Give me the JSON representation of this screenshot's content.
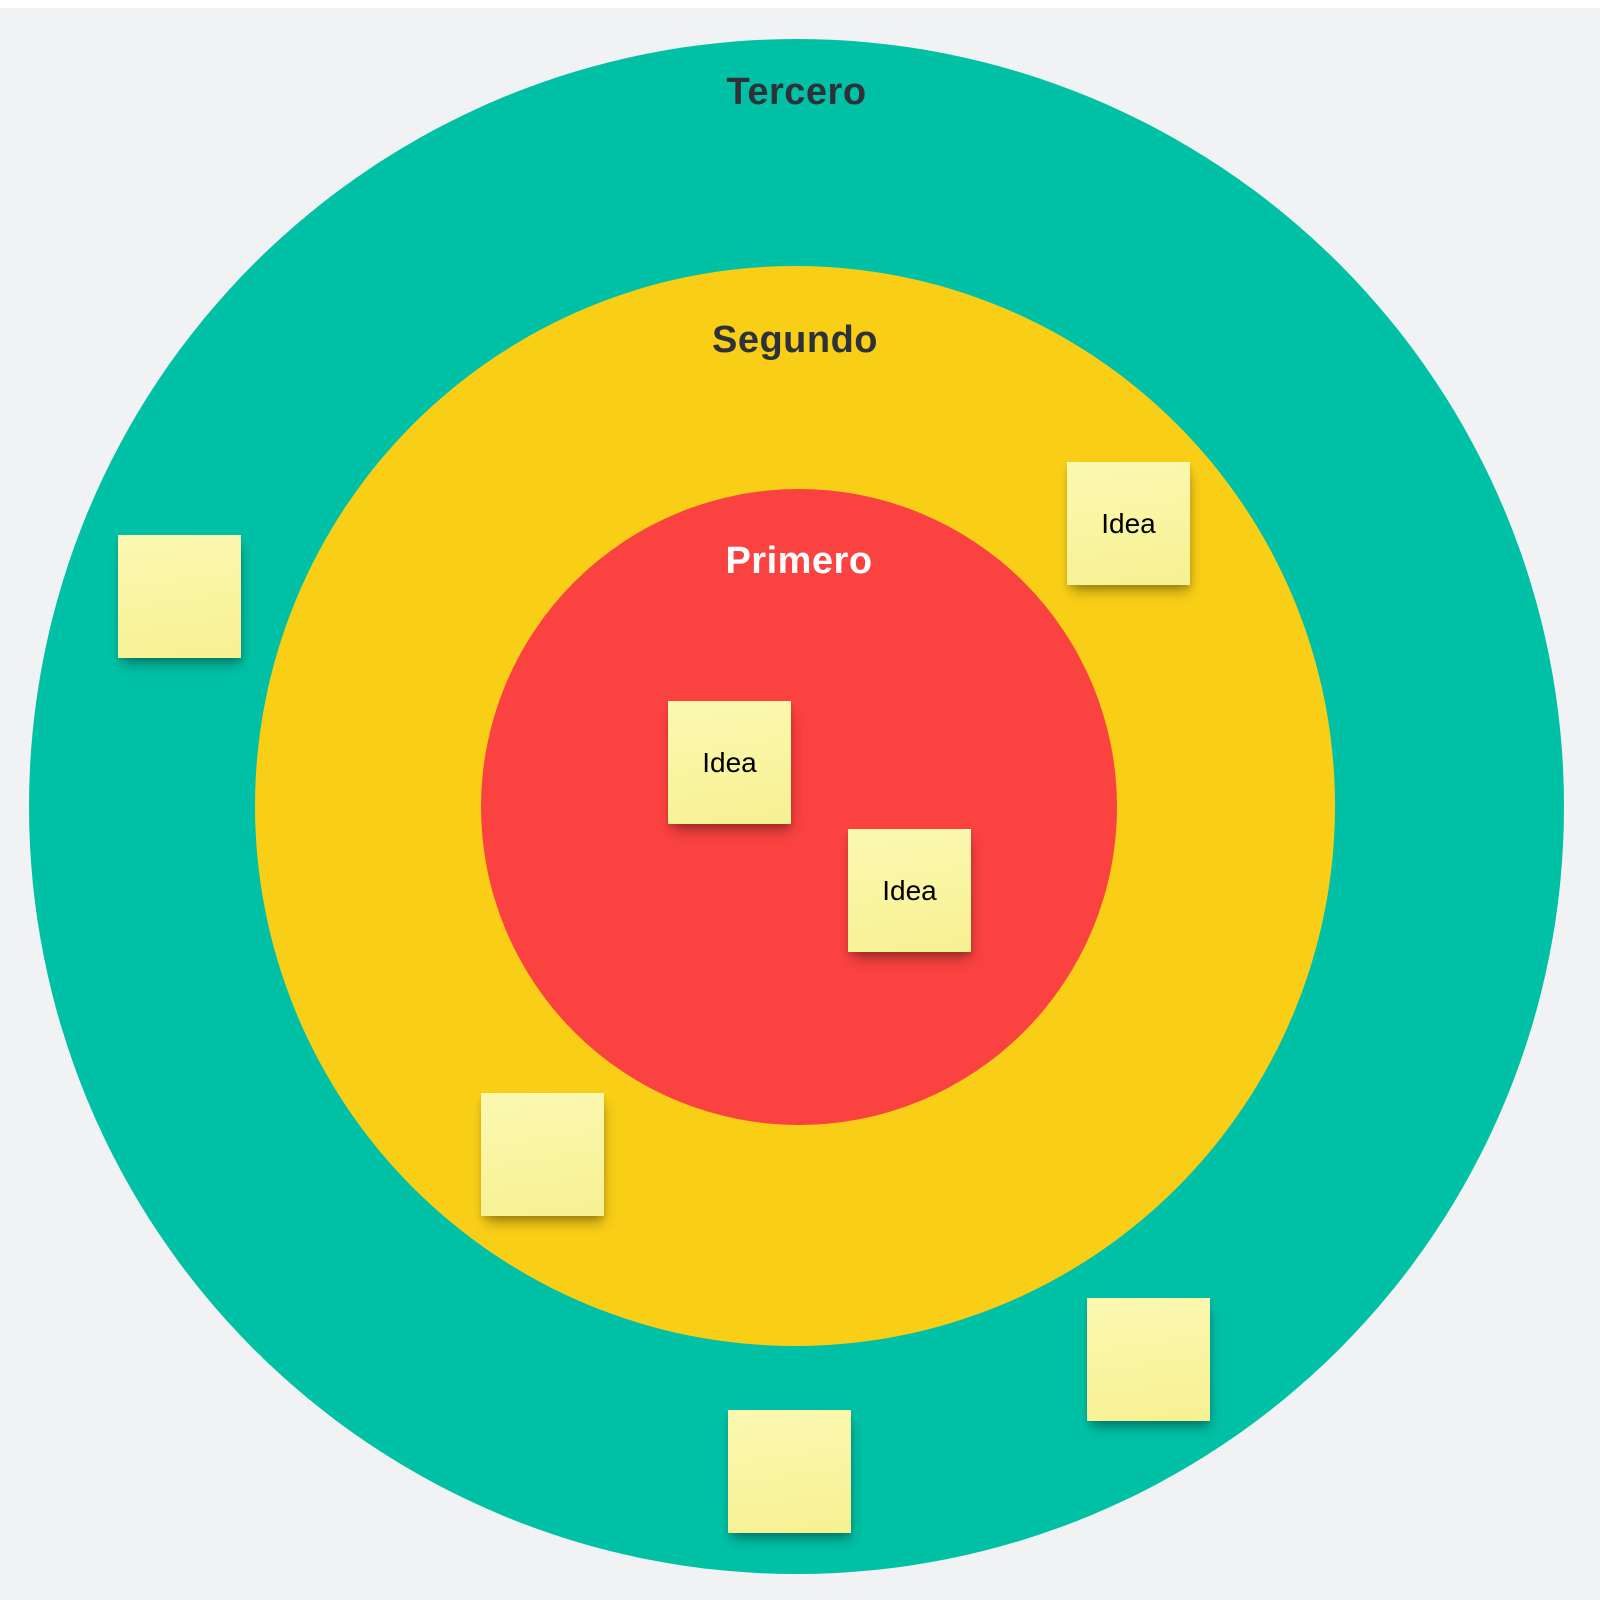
{
  "page": {
    "background_color": "#F1F2F4",
    "top_edge_color": "#FFFFFF"
  },
  "diagram": {
    "type": "concentric-circles",
    "rings": [
      {
        "id": "tercero",
        "label": "Tercero",
        "color": "#00C0A5",
        "label_color": "#2E3238"
      },
      {
        "id": "segundo",
        "label": "Segundo",
        "color": "#F8CE17",
        "label_color": "#2E3238"
      },
      {
        "id": "primero",
        "label": "Primero",
        "color": "#FA4240",
        "label_color": "#FFFFFF"
      }
    ]
  },
  "stickies": {
    "fill_color": "#F9F5A3",
    "text_color": "#000000",
    "items": [
      {
        "text": "",
        "region": "tercero"
      },
      {
        "text": "Idea",
        "region": "segundo"
      },
      {
        "text": "Idea",
        "region": "primero"
      },
      {
        "text": "Idea",
        "region": "primero"
      },
      {
        "text": "",
        "region": "segundo"
      },
      {
        "text": "",
        "region": "tercero"
      },
      {
        "text": "",
        "region": "tercero"
      }
    ]
  }
}
